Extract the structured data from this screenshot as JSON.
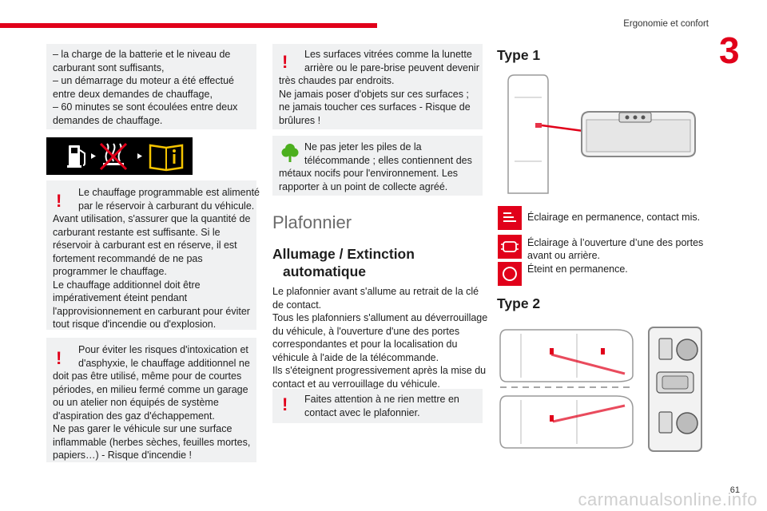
{
  "header": {
    "section_title": "Ergonomie et confort",
    "chapter_number": "3",
    "page_number": "61",
    "watermark": "carmanualsonline.info"
  },
  "left_column": {
    "info_box_1": [
      "– la charge de la batterie et le niveau de",
      "carburant sont suffisants,",
      "– un démarrage du moteur a été effectué",
      "entre deux demandes de chauffage,",
      "– 60 minutes se sont écoulées entre deux",
      "demandes de chauffage."
    ],
    "warning_box_1": [
      "Le chauffage programmable est alimenté",
      "par le réservoir à carburant du véhicule.",
      "Avant utilisation, s'assurer que la quantité de",
      "carburant restante est suffisante. Si le",
      "réservoir à carburant est en réserve, il est",
      "fortement recommandé de ne pas",
      "programmer le chauffage.",
      "Le chauffage additionnel doit être",
      "impérativement éteint pendant",
      "l'approvisionnement en carburant pour éviter",
      "tout risque d'incendie ou d'explosion."
    ],
    "warning_box_2": [
      "Pour éviter les risques d'intoxication et",
      "d'asphyxie, le chauffage additionnel ne",
      "doit pas être utilisé, même pour de courtes",
      "périodes, en milieu fermé comme un garage",
      "ou un atelier non équipés de système",
      "d'aspiration des gaz d'échappement.",
      "Ne pas garer le véhicule sur une surface",
      "inflammable (herbes sèches, feuilles mortes,",
      "papiers…) - Risque d'incendie !"
    ]
  },
  "middle_column": {
    "warning_box_3": [
      "Les surfaces vitrées comme la lunette",
      "arrière ou le pare-brise peuvent devenir",
      "très chaudes par endroits.",
      "Ne jamais poser d'objets sur ces surfaces ;",
      "ne jamais toucher ces surfaces - Risque de",
      "brûlures !"
    ],
    "eco_box": [
      "Ne pas jeter les piles de la",
      "télécommande ; elles contiennent des",
      "métaux nocifs pour l'environnement. Les",
      "rapporter à un point de collecte agréé."
    ],
    "section_heading": "Plafonnier",
    "sub_heading_line1": "Allumage / Extinction",
    "sub_heading_line2": "automatique",
    "paragraph": [
      "Le plafonnier avant s'allume au retrait de la clé",
      "de contact.",
      "Tous les plafonniers s'allument au déverrouillage",
      "du véhicule, à l'ouverture d'une des portes",
      "correspondantes et pour la localisation du",
      "véhicule à l'aide de la télécommande.",
      "Ils s'éteignent progressivement après la mise du",
      "contact et au verrouillage du véhicule."
    ],
    "warning_box_4": [
      "Faites attention à ne rien mettre en",
      "contact avec le plafonnier."
    ]
  },
  "right_column": {
    "type1_heading": "Type 1",
    "type2_heading": "Type 2",
    "icon_rows": [
      {
        "icon": "light-on-icon",
        "lines": [
          "Éclairage en permanence, contact mis."
        ]
      },
      {
        "icon": "door-open-light-icon",
        "lines": [
          "Éclairage à l’ouverture d’une des portes",
          "avant ou arrière."
        ]
      },
      {
        "icon": "light-off-icon",
        "lines": [
          "Éteint en permanence."
        ]
      }
    ]
  },
  "colors": {
    "accent_red": "#e1001a",
    "box_gray": "#f0f1f2",
    "eco_green": "#4caf1e"
  }
}
